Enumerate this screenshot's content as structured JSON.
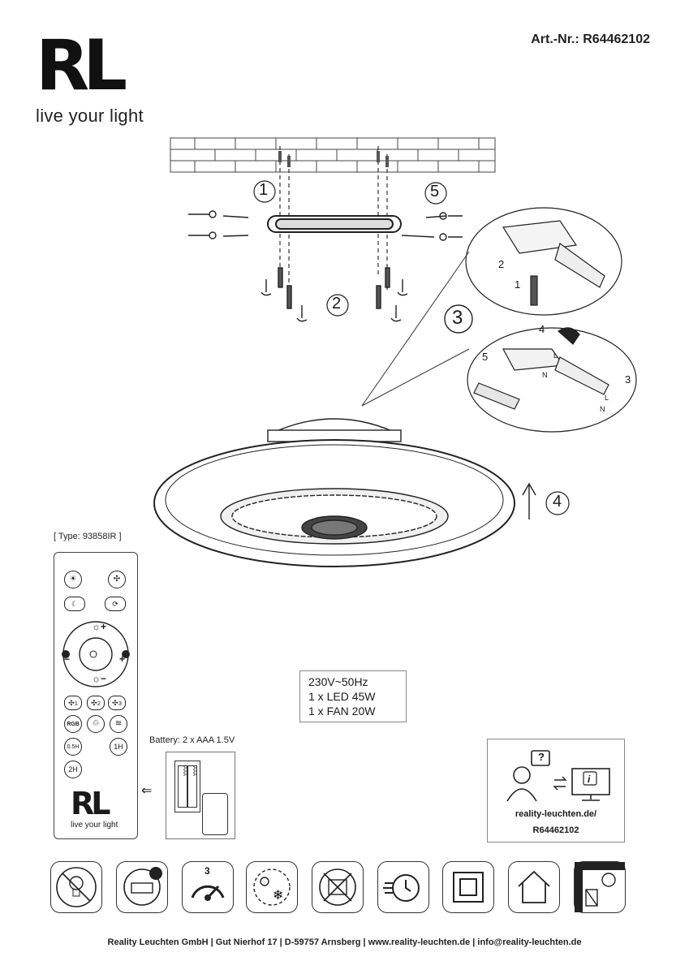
{
  "header": {
    "logo_text": "RL",
    "logo_tagline": "live your light",
    "article_number": "Art.-Nr.: R64462102"
  },
  "steps": {
    "s1": "1",
    "s2": "2",
    "s3": "3",
    "s4": "4",
    "s5": "5",
    "wiring_1": "1",
    "wiring_2": "2",
    "wiring_3": "3",
    "wiring_4": "4",
    "wiring_5": "5",
    "wire_L": "L",
    "wire_N": "N",
    "wire_L2": "L",
    "wire_N2": "N"
  },
  "remote": {
    "type_label": "[ Type: 93858IR ]",
    "btn_30m": "0.5H",
    "btn_1h": "1H",
    "btn_2h": "2H",
    "btn_rgb": "RGB",
    "sub1": "1",
    "sub2": "2",
    "sub3": "3",
    "plus": "+",
    "minus": "−",
    "logo_text": "RL",
    "logo_tagline": "live your light"
  },
  "specs": {
    "line1": "230V~50Hz",
    "line2": "1 x LED 45W",
    "line3": "1 x FAN 20W"
  },
  "battery": {
    "label": "Battery: 2 x AAA 1.5V",
    "cell1": "AAA",
    "cell2": "AAA"
  },
  "info": {
    "url_line1": "reality-leuchten.de/",
    "url_line2": "R64462102",
    "question": "?",
    "info_i": "i"
  },
  "footer_icons": {
    "timer_count": "3"
  },
  "footer": {
    "text": "Reality Leuchten GmbH  | Gut Nierhof 17  |  D-59757 Arnsberg  |  www.reality-leuchten.de  |  info@reality-leuchten.de"
  }
}
